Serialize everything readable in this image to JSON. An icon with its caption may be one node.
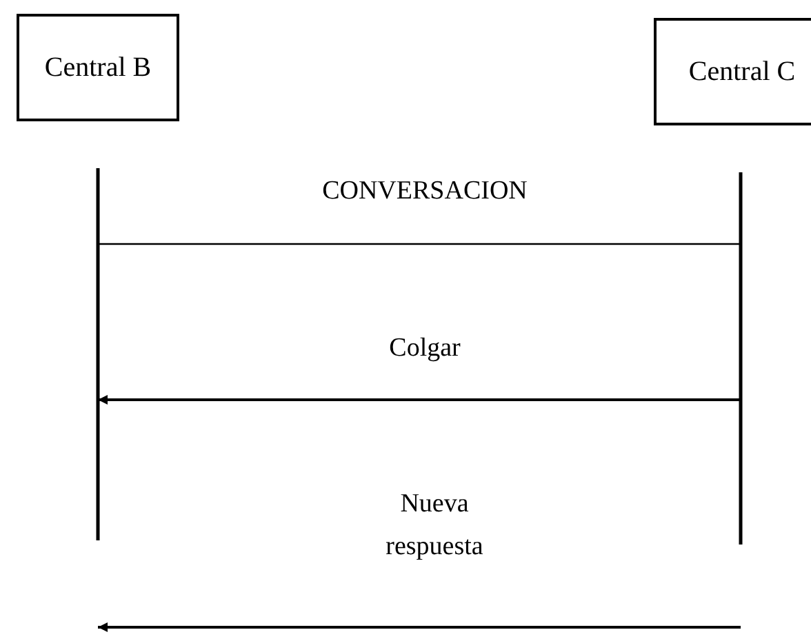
{
  "diagram": {
    "nodes": [
      {
        "text": [
          "Central B"
        ]
      },
      {
        "text": [
          "Central C"
        ]
      }
    ],
    "edges": [
      {
        "from": 0,
        "to": 1,
        "arrow": "none",
        "label": "CONVERSACION"
      },
      {
        "from": 1,
        "to": 0,
        "arrow": "to",
        "label": "Colgar"
      },
      {
        "from": 1,
        "to": 0,
        "arrow": "to",
        "label": "Nueva respuesta"
      }
    ]
  }
}
